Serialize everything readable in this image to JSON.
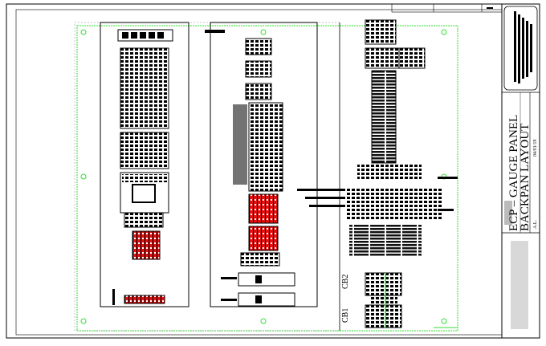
{
  "drawing": {
    "title_line1": "ECP – GAUGE PANEL",
    "title_line2": "BACKPAN LAYOUT",
    "date": "04/01/19",
    "drawn_by": "A.L.",
    "labels": {
      "cb1": "CB1",
      "cb2": "CB2"
    },
    "colors": {
      "board_outline": "#33dd33",
      "terminal_red": "#e01010",
      "ink": "#000000"
    }
  }
}
